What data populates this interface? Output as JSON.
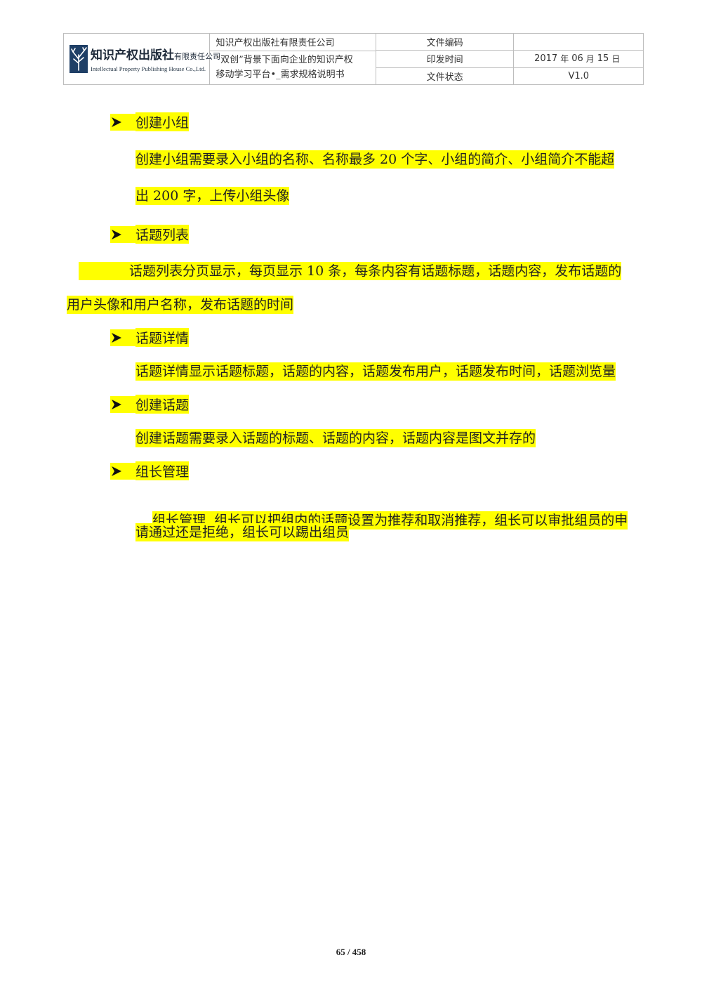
{
  "header": {
    "logo": {
      "cn_main": "知识产权出版社",
      "cn_suffix": "有限责任公司",
      "en": "Intellectual Property Publishing House Co.,Ltd."
    },
    "company": "知识产权出版社有限责任公司",
    "doc_title_line1": "“双创”背景下面向企业的知识产权",
    "doc_title_line2": "移动学习平台•_需求规格说明书",
    "labels": {
      "code": "文件编码",
      "date": "印发时间",
      "status": "文件状态"
    },
    "values": {
      "code": "",
      "date_year": "2017",
      "date_year_unit": "年",
      "date_month": "06",
      "date_month_unit": "月",
      "date_day": "15",
      "date_day_unit": "日",
      "status": "V1.0"
    }
  },
  "sections": {
    "create_group": {
      "heading": "创建小组",
      "line1": "创建小组需要录入小组的名称、名称最多 20 个字、小组的简介、小组简介不能超",
      "line2": "出 200 字，上传小组头像"
    },
    "topic_list": {
      "heading": "话题列表",
      "line1": "话题列表分页显示，每页显示 10 条，每条内容有话题标题，话题内容，发布话题的",
      "line2": "用户头像和用户名称，发布话题的时间"
    },
    "topic_detail": {
      "heading": "话题详情",
      "line1": "话题详情显示话题标题，话题的内容，话题发布用户，话题发布时间，话题浏览量"
    },
    "create_topic": {
      "heading": "创建话题",
      "line1": "创建话题需要录入话题的标题、话题的内容，话题内容是图文并存的"
    },
    "leader_manage": {
      "heading": "组长管理",
      "line1": "组长管理  组长可以把组内的话题设置为推荐和取消推荐，组长可以审批组员的申",
      "line2": "请通过还是拒绝，组长可以踢出组员"
    }
  },
  "footer": {
    "page": "65 / 458"
  }
}
